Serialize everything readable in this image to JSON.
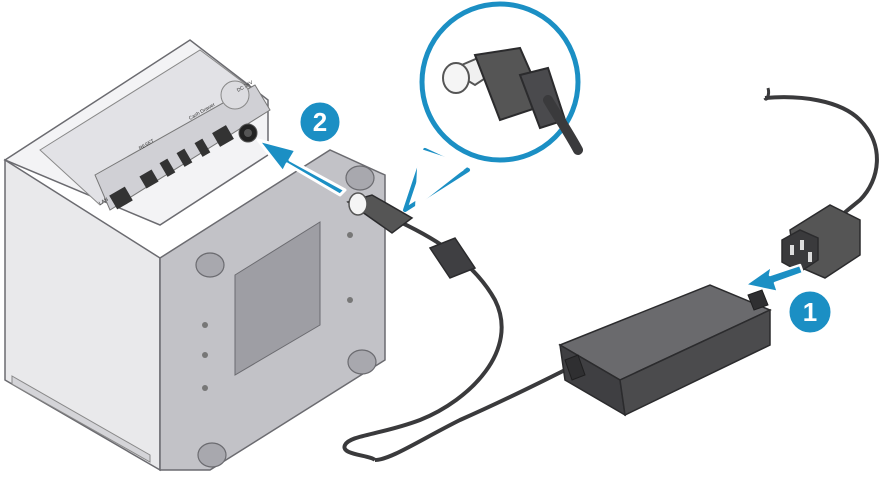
{
  "colors": {
    "accent": "#1b8fc4",
    "accent_dark": "#0a6d9e",
    "printer_body": "#e6e6e8",
    "printer_side": "#cfcfd3",
    "printer_bottom": "#b9b9bf",
    "adapter": "#4b4b4d",
    "cable": "#3a3a3c"
  },
  "steps": [
    {
      "number": "1",
      "description_icon": "arrow-plug-into-adapter"
    },
    {
      "number": "2",
      "description_icon": "arrow-plug-into-printer"
    }
  ],
  "port_labels": [
    "LAN",
    "RESET",
    "Cash Drawer",
    "DC 24V"
  ],
  "icons": [
    "printer",
    "power-adapter",
    "ac-power-cord",
    "dc-plug-callout"
  ]
}
